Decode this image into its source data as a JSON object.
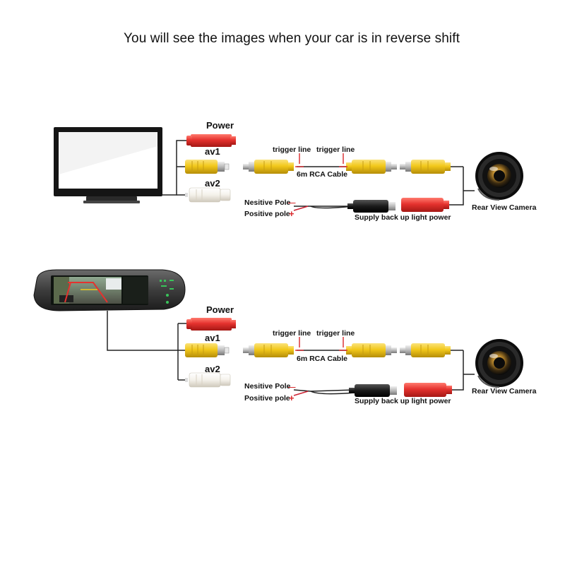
{
  "header": {
    "title": "You will see the images when your car is in reverse shift"
  },
  "labels": {
    "power": "Power",
    "av1": "av1",
    "av2": "av2",
    "trigger_line": "trigger line",
    "cable": "6m RCA Cable",
    "negative_pole": "Nesitive Pole",
    "positive_pole": "Positive pole",
    "negative_sign": "—",
    "positive_sign": "+",
    "supply": "Supply back up light power",
    "camera": "Rear View Camera"
  },
  "colors": {
    "red_connector": "#e5322e",
    "yellow_connector": "#f2c81a",
    "white_connector": "#f4f1ea",
    "wire": "#222222",
    "trigger_red": "#d8282b"
  },
  "diagrams": [
    {
      "display": "monitor-screen"
    },
    {
      "display": "rear-view-mirror-monitor"
    }
  ]
}
